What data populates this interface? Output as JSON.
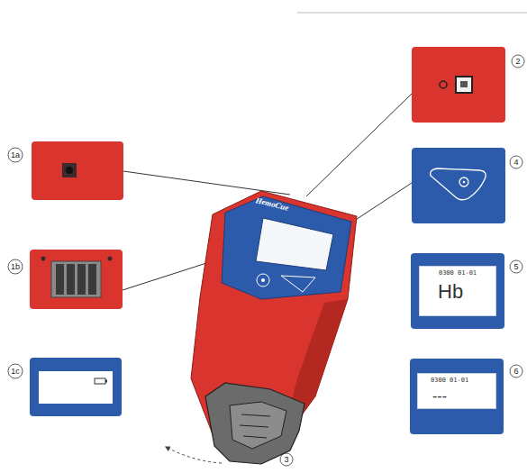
{
  "diagram": {
    "nodes": [
      {
        "text": [
          "0300 01-01",
          "Hb"
        ]
      },
      {
        "text": [
          "0300 01-01",
          "---"
        ]
      }
    ],
    "labels": [
      "1a",
      "1b",
      "1c",
      "2",
      "3",
      "4",
      "5",
      "6",
      "HemoCue"
    ]
  }
}
